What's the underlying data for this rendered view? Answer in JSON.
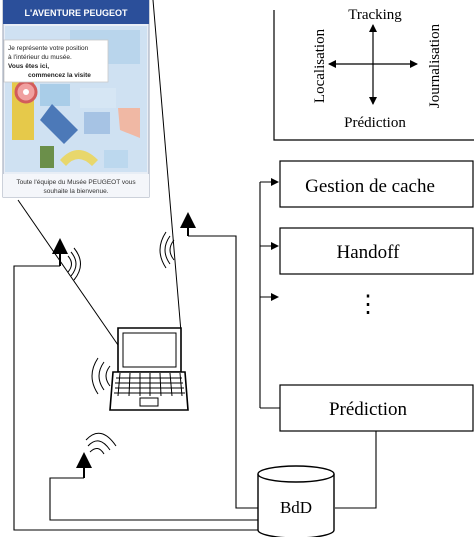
{
  "screen": {
    "header": "L'AVENTURE PEUGEOT",
    "bubble_lines": [
      "Je représente votre position",
      "à l'intérieur du musée.",
      "Vous êtes ici,",
      "commencez la visite"
    ],
    "welcome_lines": [
      "Toute l'équipe du Musée PEUGEOT vous",
      "souhaite la bienvenue."
    ]
  },
  "quadrant": {
    "top": "Tracking",
    "bottom": "Prédiction",
    "left": "Localisation",
    "right": "Journalisation"
  },
  "services": {
    "cache": "Gestion de cache",
    "handoff": "Handoff",
    "ellipsis": "⋮",
    "prediction": "Prédiction"
  },
  "database": {
    "label": "BdD"
  },
  "icons": [
    "antenna-icon",
    "laptop-icon",
    "wifi-wave-icon",
    "database-icon",
    "mobile-screen"
  ]
}
